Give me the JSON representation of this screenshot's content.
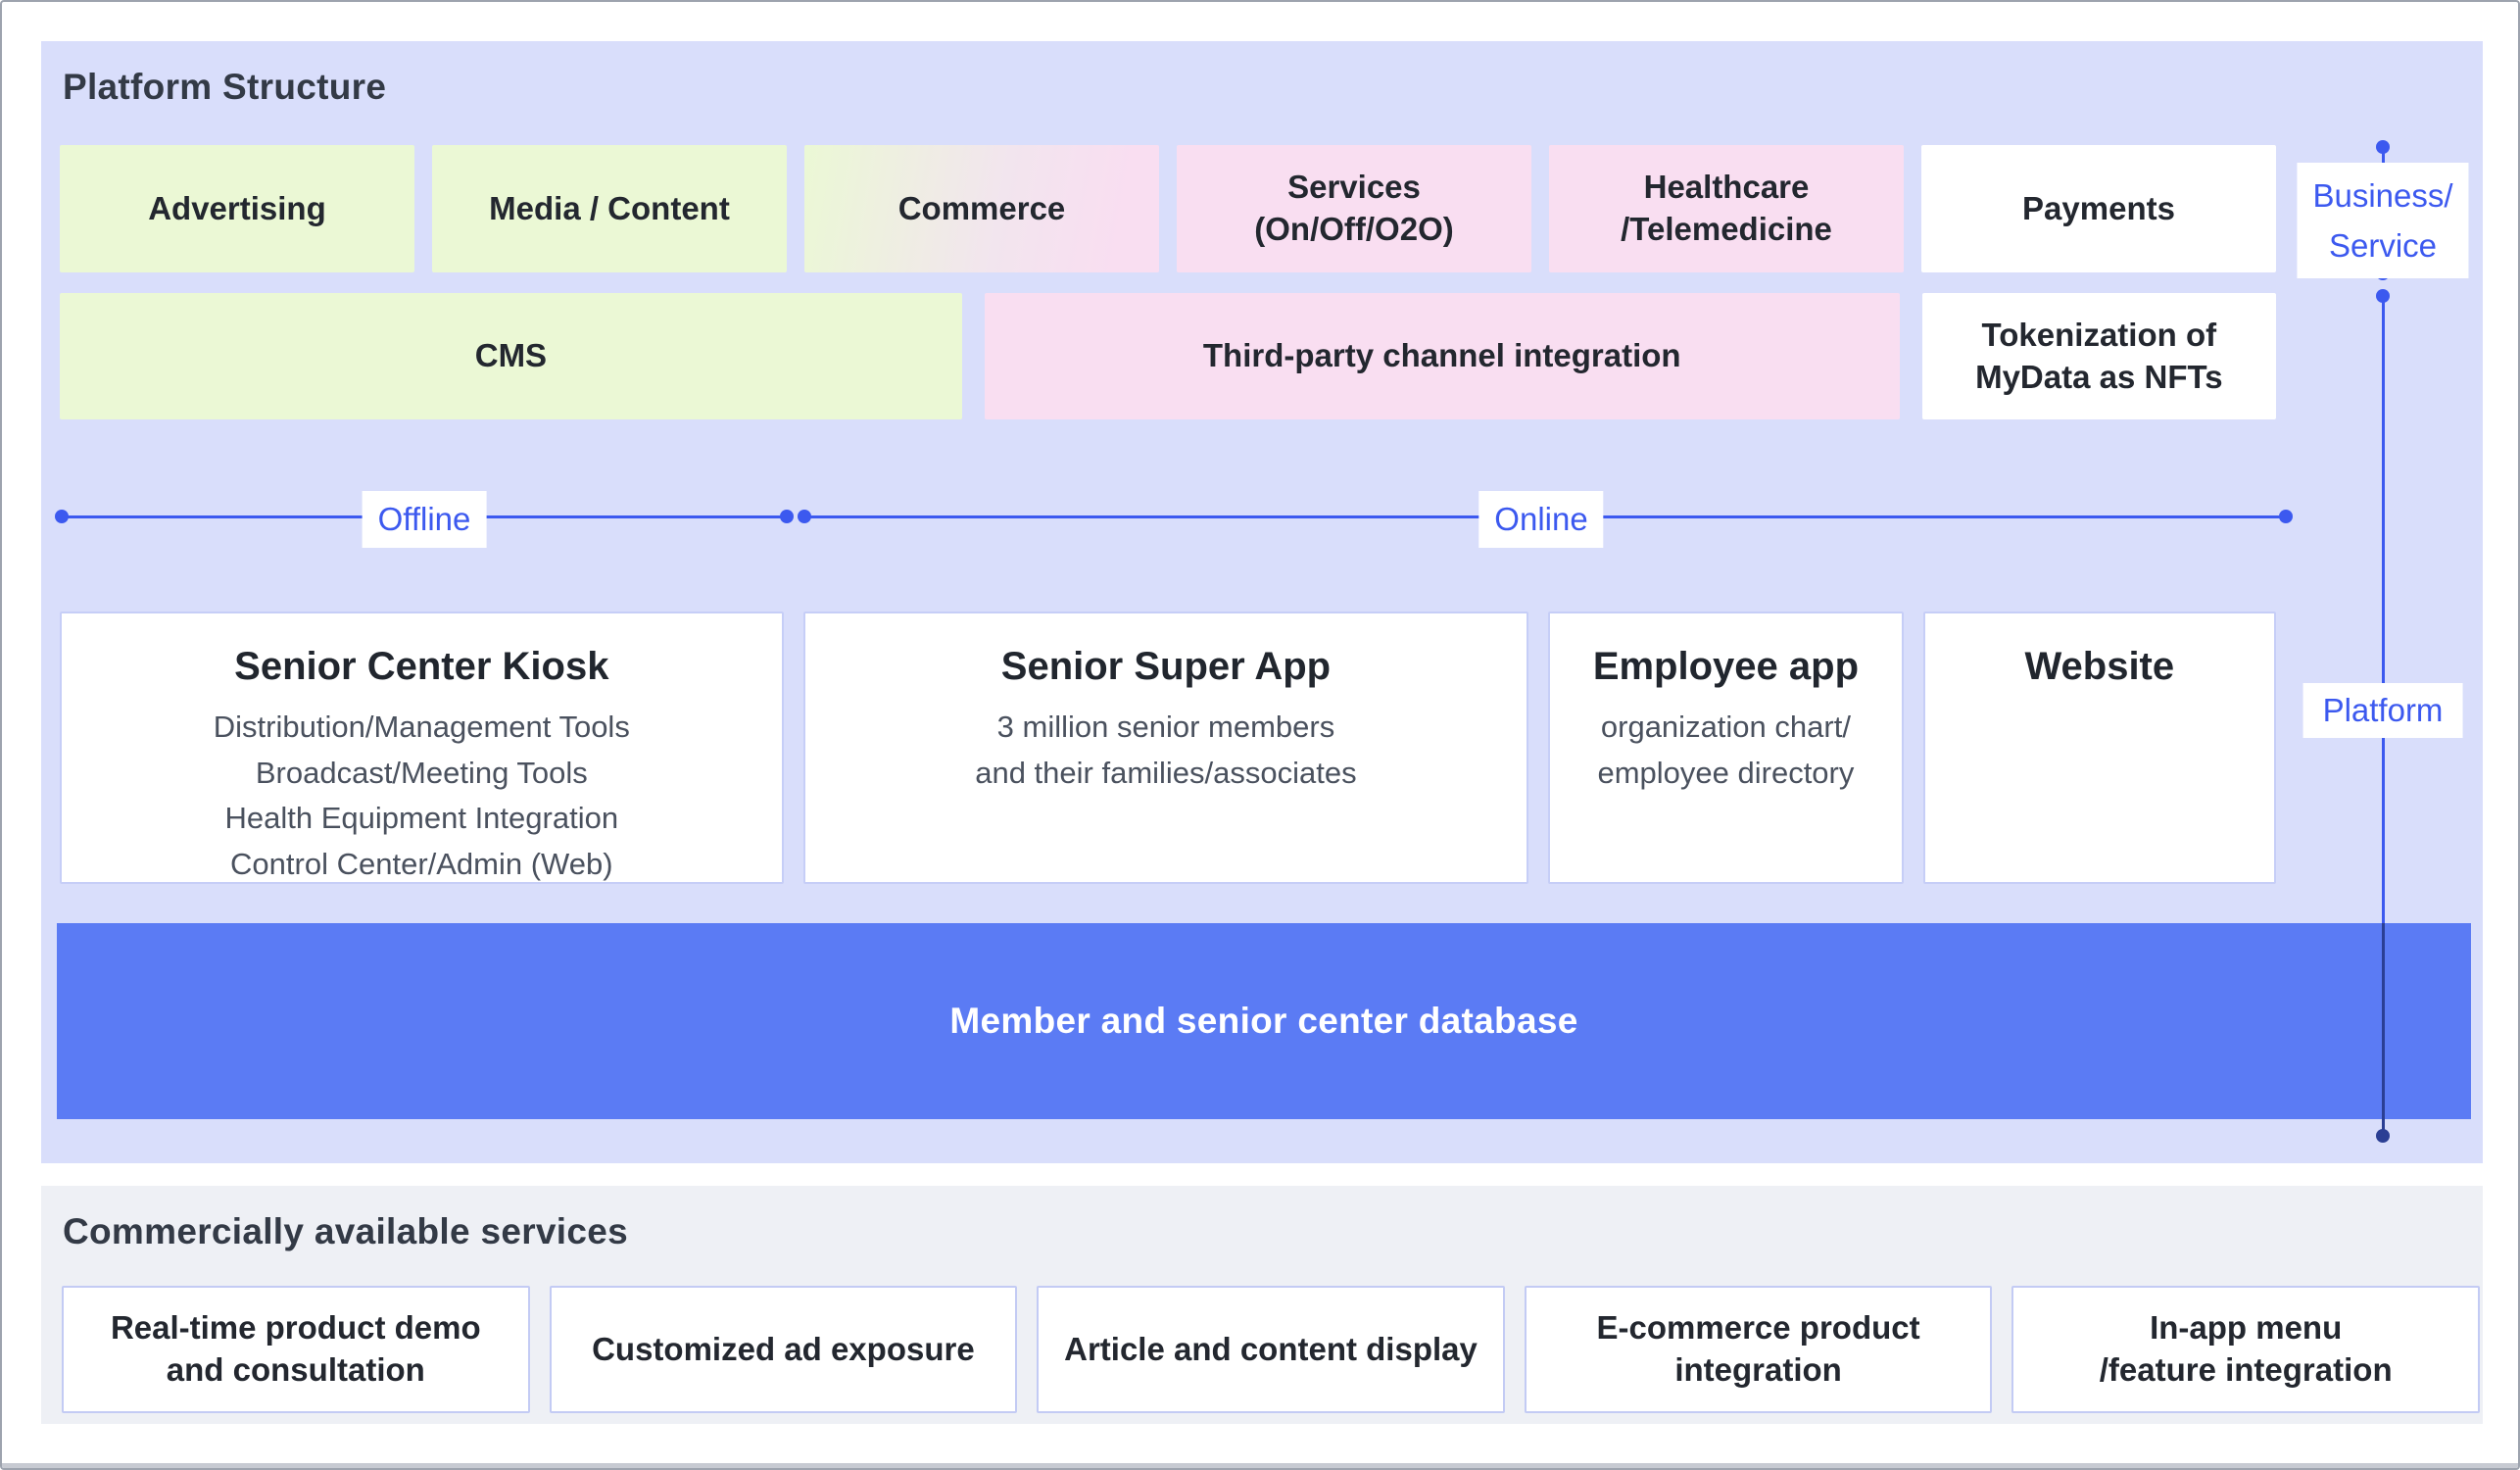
{
  "colors": {
    "accent_blue": "#3c59ef",
    "navy_blue": "#2b3f94",
    "panel_lavender": "#d9defb",
    "box_green": "#ebf8d5",
    "box_pink": "#f9def1",
    "database_blue": "#5b7bf4",
    "services_gray": "#eef0f5",
    "text_dark": "#23272f",
    "text_gray": "#4a515e"
  },
  "platform": {
    "title": "Platform Structure",
    "row1": [
      {
        "label": "Advertising"
      },
      {
        "label": "Media / Content"
      },
      {
        "label": "Commerce"
      },
      {
        "label": "Services\n(On/Off/O2O)"
      },
      {
        "label": "Healthcare\n/Telemedicine"
      },
      {
        "label": "Payments"
      }
    ],
    "row2": [
      {
        "label": "CMS"
      },
      {
        "label": "Third-party channel integration"
      },
      {
        "label": "Tokenization of\nMyData as NFTs"
      }
    ],
    "dividers": {
      "offline": "Offline",
      "online": "Online"
    },
    "apps": [
      {
        "title": "Senior Center Kiosk",
        "lines": [
          "Distribution/Management Tools",
          "Broadcast/Meeting Tools",
          "Health Equipment Integration",
          "Control Center/Admin (Web)"
        ]
      },
      {
        "title": "Senior Super App",
        "lines": [
          "3 million senior members",
          "and their families/associates"
        ]
      },
      {
        "title": "Employee app",
        "lines": [
          "organization chart/",
          "employee directory"
        ]
      },
      {
        "title": "Website",
        "lines": []
      }
    ],
    "database_label": "Member and senior center database",
    "rail": {
      "business_label": "Business/\nService",
      "platform_label": "Platform"
    }
  },
  "services": {
    "title": "Commercially available services",
    "items": [
      {
        "label": "Real-time product demo\nand consultation"
      },
      {
        "label": "Customized ad exposure"
      },
      {
        "label": "Article and content display"
      },
      {
        "label": "E-commerce product\nintegration"
      },
      {
        "label": "In-app menu\n/feature integration"
      }
    ]
  }
}
